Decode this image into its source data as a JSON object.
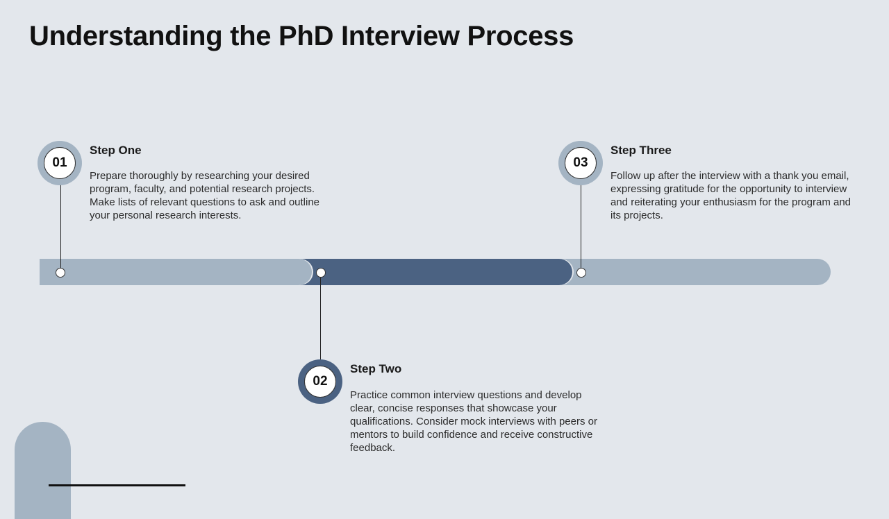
{
  "slide": {
    "title": "Understanding the PhD Interview Process"
  },
  "steps": [
    {
      "number": "01",
      "title": "Step One",
      "description": "Prepare thoroughly by researching your desired program, faculty, and potential research projects. Make lists of relevant questions to ask and outline your personal research interests."
    },
    {
      "number": "02",
      "title": "Step Two",
      "description": "Practice common interview questions and develop clear, concise responses that showcase your qualifications. Consider mock interviews with peers or mentors to build confidence and receive constructive feedback."
    },
    {
      "number": "03",
      "title": "Step Three",
      "description": "Follow up after the interview with a thank you email, expressing gratitude for the opportunity to interview and reiterating your enthusiasm for the program and its projects."
    }
  ],
  "colors": {
    "background": "#e3e7ec",
    "segment_light": "#a4b4c3",
    "segment_dark": "#4b6282",
    "text": "#111111"
  }
}
